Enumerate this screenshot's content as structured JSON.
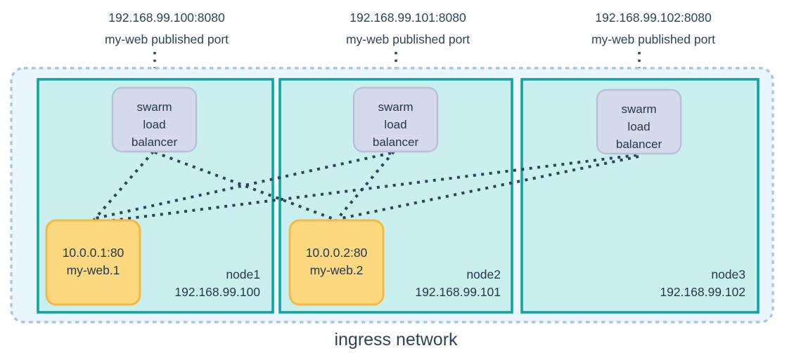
{
  "diagram": {
    "caption": "ingress network",
    "outer_fill": "#eaf6fd",
    "outer_border": "#a8c6e0",
    "node_fill": "#c9f0ef",
    "node_border": "#13a3a3",
    "lb_fill": "#d5daea",
    "lb_border": "#b9c0d6",
    "container_fill": "#fcd980",
    "container_border": "#f5b942",
    "line_color": "#2d4356",
    "text_color": "#24384a"
  },
  "port_labels": [
    {
      "address": "192.168.99.100:8080",
      "description": "my-web published port"
    },
    {
      "address": "192.168.99.101:8080",
      "description": "my-web published port"
    },
    {
      "address": "192.168.99.102:8080",
      "description": "my-web published port"
    }
  ],
  "nodes": [
    {
      "name": "node1",
      "ip": "192.168.99.100",
      "load_balancer": {
        "line1": "swarm",
        "line2": "load",
        "line3": "balancer"
      },
      "container": {
        "address": "10.0.0.1:80",
        "name": "my-web.1"
      }
    },
    {
      "name": "node2",
      "ip": "192.168.99.101",
      "load_balancer": {
        "line1": "swarm",
        "line2": "load",
        "line3": "balancer"
      },
      "container": {
        "address": "10.0.0.2:80",
        "name": "my-web.2"
      }
    },
    {
      "name": "node3",
      "ip": "192.168.99.102",
      "load_balancer": {
        "line1": "swarm",
        "line2": "load",
        "line3": "balancer"
      },
      "container": null
    }
  ]
}
